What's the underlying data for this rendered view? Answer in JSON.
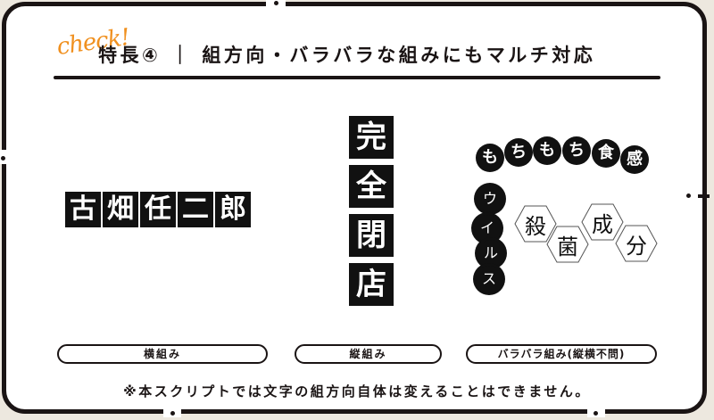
{
  "header": {
    "check_label": "check!",
    "title": "特長④ ｜ 組方向・バラバラな組みにもマルチ対応"
  },
  "samples": {
    "horizontal": {
      "chars": [
        "古",
        "畑",
        "任",
        "二",
        "郎"
      ],
      "label": "横組み"
    },
    "vertical": {
      "chars": [
        "完",
        "全",
        "閉",
        "店"
      ],
      "label": "縦組み"
    },
    "scattered": {
      "mochi_chars": [
        "も",
        "ち",
        "も",
        "ち",
        "食",
        "感"
      ],
      "virus_chars": [
        "ウ",
        "イ",
        "ル",
        "ス"
      ],
      "hex_chars": [
        "殺",
        "菌",
        "成",
        "分"
      ],
      "label": "バラバラ組み(縦横不問)"
    }
  },
  "footer_note": "※本スクリプトでは文字の組方向自体は変えることはできません。",
  "colors": {
    "accent": "#f0901f",
    "ink": "#1a1414",
    "background": "#ede8df"
  }
}
